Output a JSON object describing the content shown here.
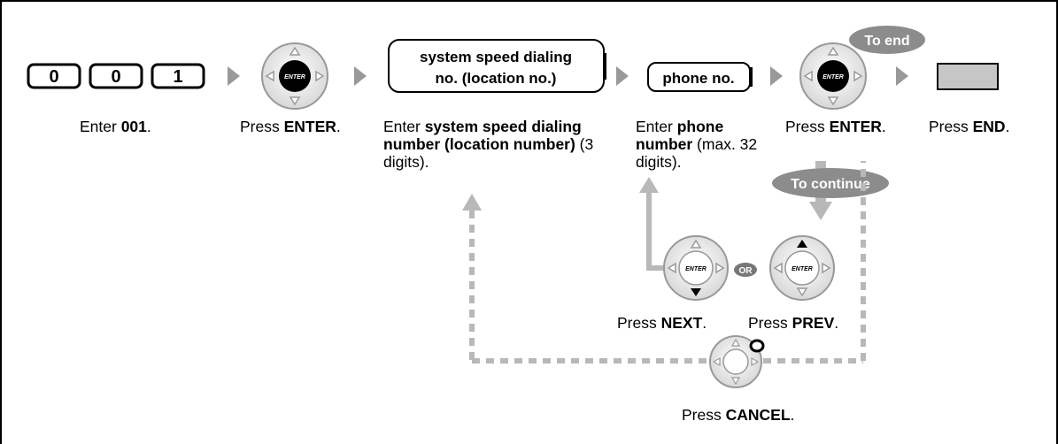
{
  "keys": [
    "0",
    "0",
    "1"
  ],
  "steps": {
    "enter_001": {
      "pre": "Enter ",
      "bold": "001",
      "post": "."
    },
    "press_enter_1": {
      "pre": "Press ",
      "bold": "ENTER",
      "post": "."
    },
    "speed_dial": {
      "pre": "Enter ",
      "bold": "system speed dialing number (location number)",
      "post": " (3 digits)."
    },
    "phone": {
      "pre": "Enter ",
      "bold": "phone number",
      "post": " (max. 32 digits)."
    },
    "press_enter_2": {
      "pre": "Press ",
      "bold": "ENTER",
      "post": "."
    },
    "press_end": {
      "pre": "Press ",
      "bold": "END",
      "post": "."
    },
    "press_next": {
      "pre": "Press ",
      "bold": "NEXT",
      "post": "."
    },
    "press_prev": {
      "pre": "Press ",
      "bold": "PREV",
      "post": "."
    },
    "press_cancel": {
      "pre": "Press ",
      "bold": "CANCEL",
      "post": "."
    }
  },
  "boxes": {
    "speed_dial_line1": "system speed dialing",
    "speed_dial_line2": "no. (location no.)",
    "phone": "phone no."
  },
  "badges": {
    "to_end": "To end",
    "to_continue": "To continue",
    "or": "OR"
  },
  "enter_label": "ENTER"
}
